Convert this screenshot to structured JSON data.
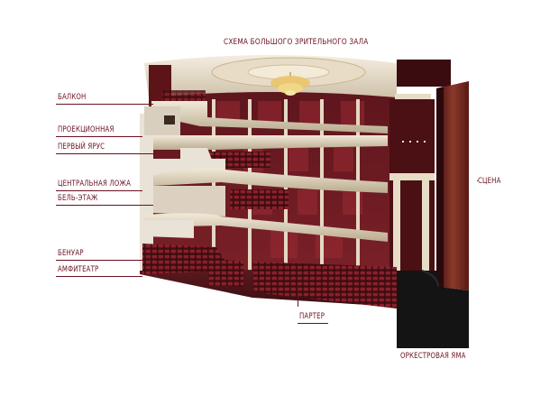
{
  "title": "СХЕМА БОЛЬШОГО ЗРИТЕЛЬНОГО ЗАЛА",
  "labels": {
    "balcony": "БАЛКОН",
    "projection": "ПРОЕКЦИОННАЯ",
    "first_tier": "ПЕРВЫЙ ЯРУС",
    "central_box": "ЦЕНТРАЛЬНАЯ ЛОЖА",
    "bel_etage": "БЕЛЬ-ЭТАЖ",
    "benoir": "БЕНУАР",
    "amphitheater": "АМФИТЕАТР",
    "parterre": "ПАРТЕР",
    "stage": "СЦЕНА",
    "orchestra_pit": "ОРКЕСТРОВАЯ ЯМА"
  },
  "colors": {
    "label": "#6a1020",
    "wall": "#6b1820",
    "seat": "#7a1a22",
    "balcony_front": "#e6dcc8",
    "ceiling": "#efe6d6",
    "pit": "#141414"
  }
}
